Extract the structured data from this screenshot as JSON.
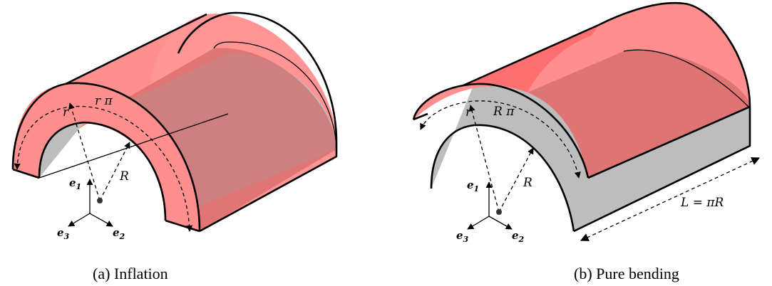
{
  "panels": [
    {
      "caption": "(a) Inflation",
      "labels": {
        "r": "r",
        "arc": "r π",
        "R": "R"
      }
    },
    {
      "caption": "(b) Pure bending",
      "labels": {
        "r": "r",
        "arc": "R π",
        "R": "R",
        "length": "L = πR"
      }
    }
  ],
  "axes": {
    "e1": "e",
    "e1_sub": "1",
    "e2": "e",
    "e2_sub": "2",
    "e3": "e",
    "e3_sub": "3"
  },
  "colors": {
    "red_fill": "#ff8f8f",
    "red_dark": "#ff5a5a",
    "grey_fill": "#bdbdbd",
    "inner_red": "#d46b6b",
    "edge": "#000000"
  }
}
